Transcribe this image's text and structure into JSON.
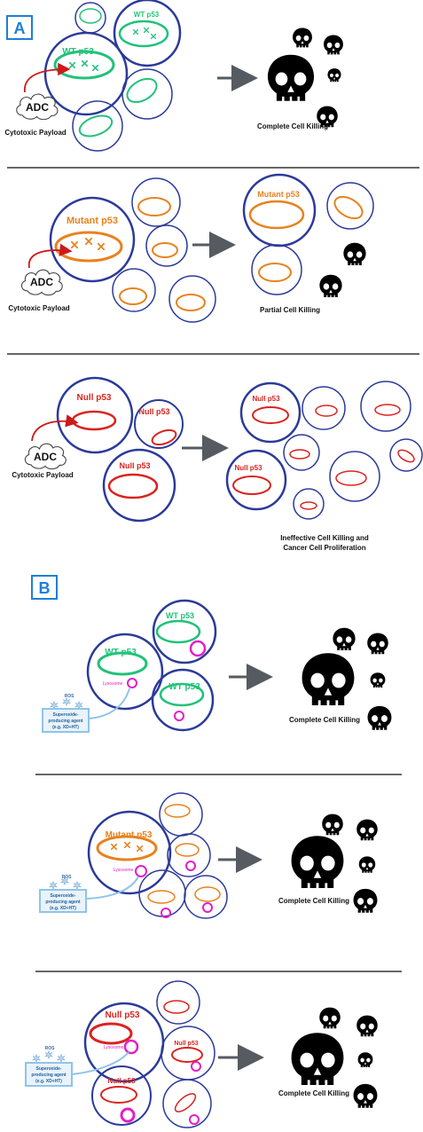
{
  "panel_a": {
    "label": "A",
    "row1": {
      "cell_label": "WT p53",
      "adc": "ADC",
      "payload": "Cytotoxic Payload",
      "outcome": "Complete Cell Killing"
    },
    "row2": {
      "cell_label": "Mutant p53",
      "adc": "ADC",
      "payload": "Cytotoxic Payload",
      "outcome": "Partial Cell Killing"
    },
    "row3": {
      "cell_label": "Null p53",
      "adc": "ADC",
      "payload": "Cytotoxic Payload",
      "outcome_line1": "Ineffective Cell Killing and",
      "outcome_line2": "Cancer Cell Proliferation"
    }
  },
  "panel_b": {
    "label": "B",
    "lysosome": "Lysosome",
    "ros": "ROS",
    "agent_line1": "Superoxide-",
    "agent_line2": "producing agent",
    "agent_line3": "(e.g. XD+HT)",
    "row1": {
      "cell_label": "WT p53",
      "outcome": "Complete Cell Killing"
    },
    "row2": {
      "cell_label": "Mutant p53",
      "outcome": "Complete Cell Killing"
    },
    "row3": {
      "cell_label": "Null p53",
      "outcome": "Complete Cell Killing"
    }
  },
  "colors": {
    "cell_border": "#2b3a9a",
    "wt": "#21c27a",
    "mutant": "#e8821e",
    "null": "#d9241f",
    "lysosome": "#e31fc7",
    "agent": "#8fc4e8",
    "arrow": "#555b60",
    "divider": "#666666",
    "panel_label": "#1e7fd6",
    "payload_arrow": "#cc1a1a"
  }
}
